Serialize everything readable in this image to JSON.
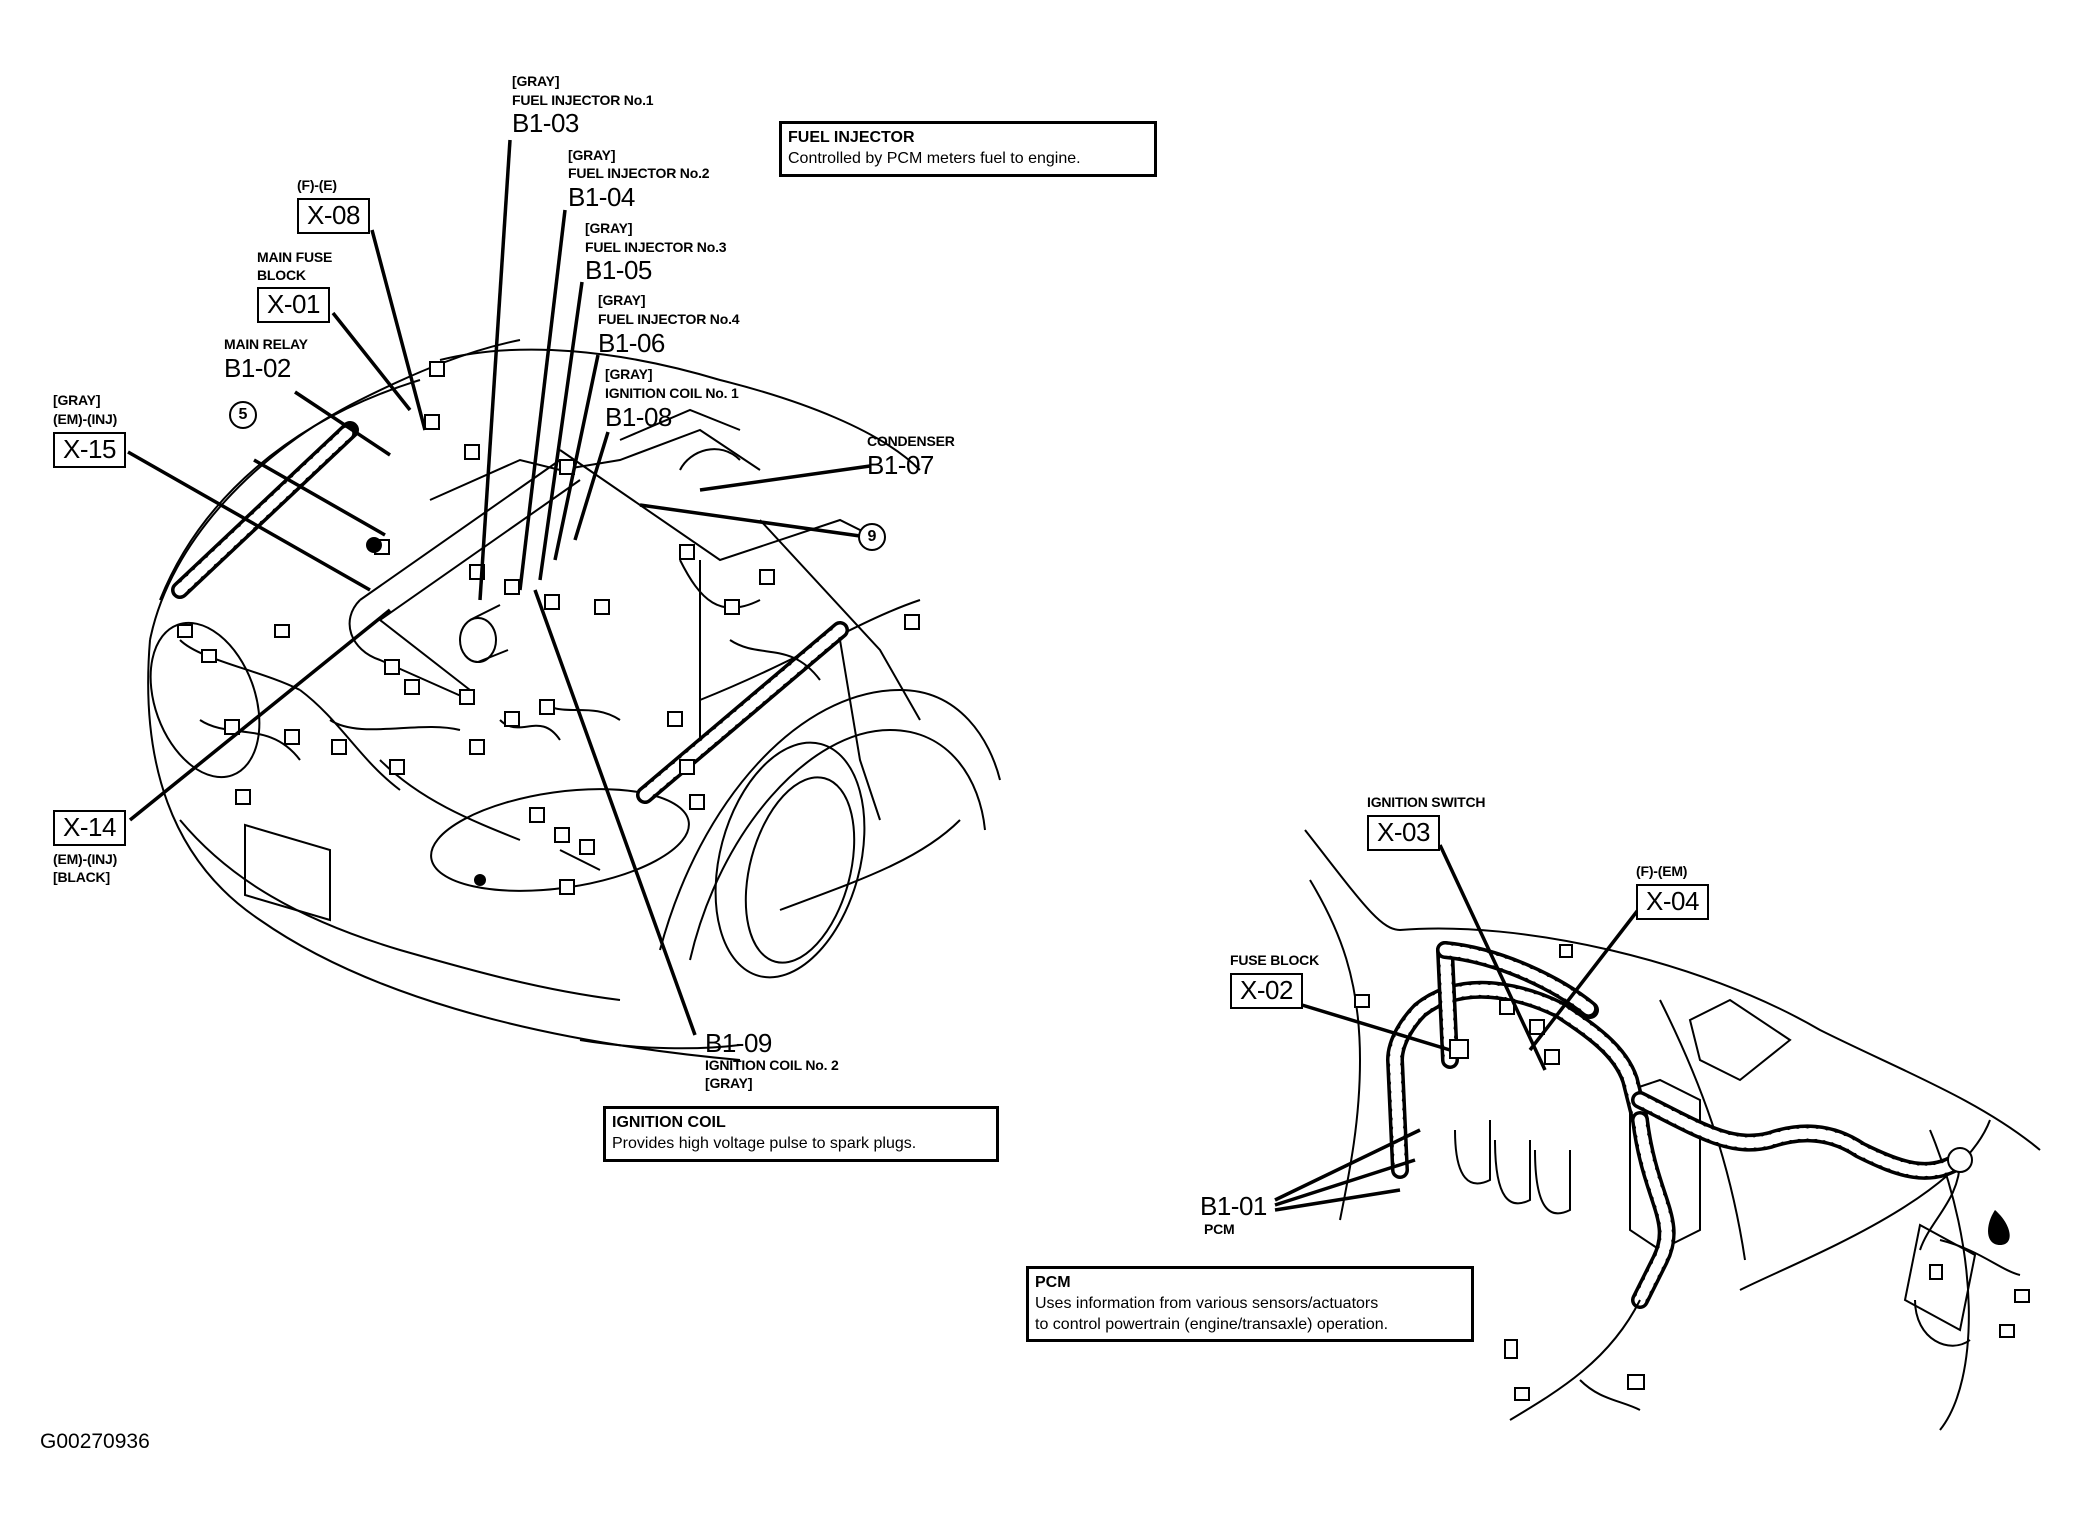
{
  "figure_id": "G00270936",
  "left_view": {
    "callouts": [
      {
        "id": "x08",
        "note": "(F)-(E)",
        "code": "X-08"
      },
      {
        "id": "x01",
        "note_line1": "MAIN FUSE",
        "note_line2": "BLOCK",
        "code": "X-01"
      },
      {
        "id": "b102",
        "note": "MAIN RELAY",
        "code": "B1-02"
      },
      {
        "id": "x15",
        "color": "[GRAY]",
        "note": "(EM)-(INJ)",
        "code": "X-15"
      },
      {
        "id": "b103",
        "color": "[GRAY]",
        "note": "FUEL INJECTOR No.1",
        "code": "B1-03"
      },
      {
        "id": "b104",
        "color": "[GRAY]",
        "note": "FUEL INJECTOR No.2",
        "code": "B1-04"
      },
      {
        "id": "b105",
        "color": "[GRAY]",
        "note": "FUEL INJECTOR No.3",
        "code": "B1-05"
      },
      {
        "id": "b106",
        "color": "[GRAY]",
        "note": "FUEL INJECTOR No.4",
        "code": "B1-06"
      },
      {
        "id": "b108",
        "color": "[GRAY]",
        "note": "IGNITION COIL No. 1",
        "code": "B1-08"
      },
      {
        "id": "b107",
        "note": "CONDENSER",
        "code": "B1-07"
      },
      {
        "id": "x14",
        "code": "X-14",
        "note": "(EM)-(INJ)",
        "color": "[BLACK]"
      },
      {
        "id": "b109",
        "code": "B1-09",
        "note": "IGNITION COIL No. 2",
        "color": "[GRAY]"
      }
    ],
    "ground_points": [
      "5",
      "9"
    ],
    "info_boxes": {
      "fuel_injector": {
        "title": "FUEL INJECTOR",
        "text": "Controlled by PCM meters fuel to engine."
      },
      "ignition_coil": {
        "title": "IGNITION COIL",
        "text": "Provides high voltage pulse to spark plugs."
      }
    }
  },
  "right_view": {
    "callouts": [
      {
        "id": "x03",
        "note": "IGNITION SWITCH",
        "code": "X-03"
      },
      {
        "id": "x04",
        "note": "(F)-(EM)",
        "code": "X-04"
      },
      {
        "id": "x02",
        "note": "FUSE BLOCK",
        "code": "X-02"
      },
      {
        "id": "b101",
        "code": "B1-01",
        "note": "PCM"
      }
    ],
    "info_boxes": {
      "pcm": {
        "title": "PCM",
        "line1": "Uses information from various sensors/actuators",
        "line2": "to control powertrain (engine/transaxle) operation."
      }
    }
  }
}
